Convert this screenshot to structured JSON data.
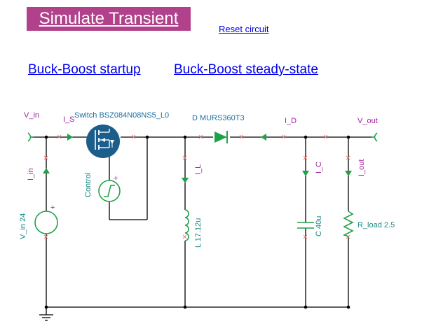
{
  "header": {
    "simulate_label": "Simulate Transient",
    "reset_label": "Reset circuit"
  },
  "examples": [
    {
      "label": "Buck-Boost startup"
    },
    {
      "label": "Buck-Boost steady-state"
    }
  ],
  "schematic": {
    "labels": {
      "v_in": "V_in",
      "i_s": "I_S",
      "switch": "Switch BSZ084N08NS5_L0",
      "diode": "D MURS360T3",
      "i_d": "I_D",
      "v_out": "V_out",
      "i_in": "I_in",
      "control": "Control",
      "i_l": "I_L",
      "i_c": "I_C",
      "i_out": "I_out",
      "v_in_source": "V_in 24",
      "inductor": "L 17.12u",
      "capacitor": "C 40u",
      "r_load": "R_load 2.5",
      "plus": "+"
    },
    "colors": {
      "component": "#1fa14a",
      "switch_fill": "#1b5e8c",
      "label_magenta": "#a1229f",
      "label_teal": "#1b8a86",
      "button": "#b0418a"
    }
  }
}
